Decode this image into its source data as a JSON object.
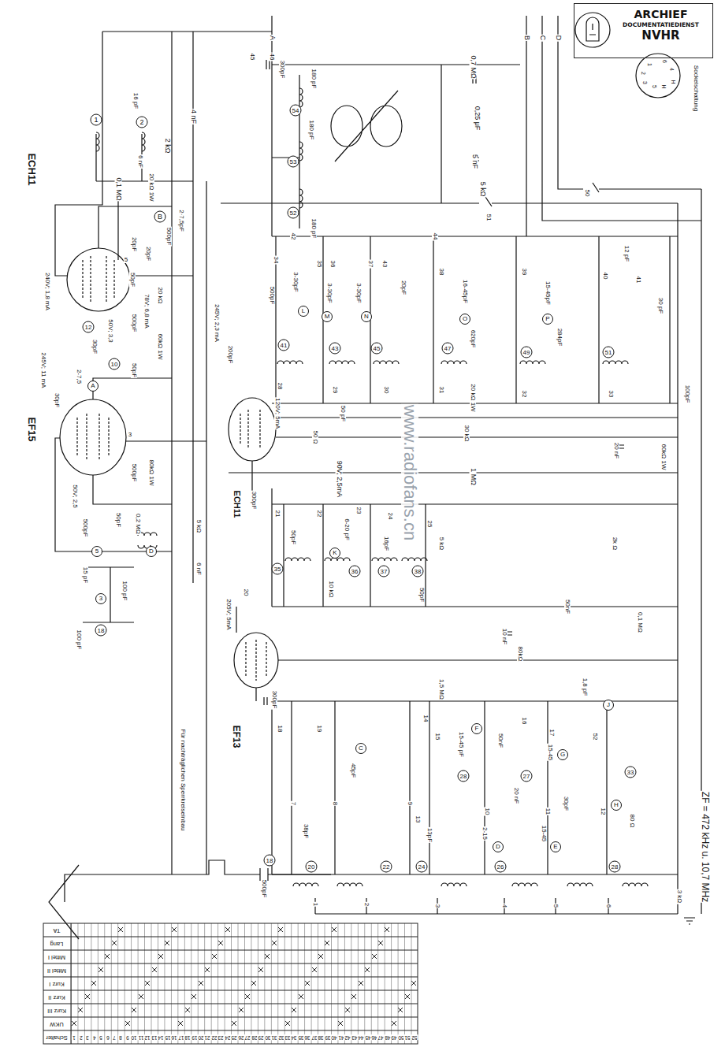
{
  "diagram": {
    "nodes": [
      {
        "text": [
          "ARCHIEF",
          "DOCUMENTATIEDIENST",
          "NVHR"
        ]
      }
    ],
    "labels": [
      "ECH11",
      "EF15",
      "ECH11",
      "EF13",
      "ZF = 472 kHz u. 10,7 MHz",
      "Für nachträglichen Sperrkreiseinbau",
      "Sockelschaltung",
      "A",
      "B",
      "C",
      "D",
      "1",
      "2",
      "3",
      "4",
      "5",
      "6",
      "H",
      "H",
      "1",
      "2",
      "16 pF",
      "0,1 MΩ",
      "2 kΩ",
      "6 nF",
      "20 kΩ 1W",
      "500pF",
      "4 nF",
      "B",
      "20pF",
      "2·7,5pF",
      "20pF",
      "5",
      "50pF",
      "78V; 6,8 mA",
      "20 kΩ",
      "500pF",
      "60kΩ 1W",
      "240V; 1,8 mA",
      "245V; 11 mA",
      "30pF",
      "12",
      "30pF",
      "50V; 3,3",
      "10",
      "50pF",
      "A",
      "2-7,5",
      "3",
      "500pF",
      "80kΩ 1W",
      "50V; 2,5",
      "500pF",
      "50pF",
      "0,2 MΩ",
      "5",
      "D",
      "5 kΩ",
      "6 nF",
      "15 pF",
      "3",
      "100 pF",
      "18",
      "100 pF",
      "45",
      "46",
      "300pF",
      "0,7 MΩ",
      "0,25 μF",
      "5 nF",
      "5 kΩ",
      "51",
      "50",
      "54",
      "53",
      "52",
      "180 pF",
      "180 pF",
      "180 pF",
      "200pF",
      "245V; 2,3 mA",
      "42",
      "44",
      "34",
      "35",
      "36",
      "37",
      "43",
      "38",
      "39",
      "40",
      "41",
      "12 pF",
      "500pF",
      "3-30pF",
      "L",
      "3-30pF",
      "M",
      "3-30pF",
      "N",
      "20pF",
      "16-45pF",
      "O",
      "620pF",
      "15-45pF",
      "P",
      "284pF",
      "30 pF",
      "41",
      "43",
      "45",
      "47",
      "49",
      "51",
      "28",
      "29",
      "30",
      "31",
      "32",
      "33",
      "100pF",
      "50 pF",
      "20 kΩ 1W",
      "120V; 5mA",
      "30 kΩ",
      "50 Ω",
      "20 nF",
      "60kΩ 1W",
      "90V; 2,5mA",
      "1 MΩ",
      "300pF",
      "21",
      "22",
      "23",
      "24",
      "25",
      "50pF",
      "6-20 pF",
      "K",
      "16pF",
      "5 kΩ",
      "10 kΩ",
      "50pF",
      "35",
      "36",
      "37",
      "38",
      "2k Ω",
      "50nF",
      "10 nF",
      "80kΩ",
      "0,1 MΩ",
      "205V; 5mA",
      "20",
      "1,5 MΩ",
      "300pF",
      "18",
      "19",
      "14",
      "15",
      "16",
      "17",
      "52",
      "1,8 pF",
      "J",
      "F",
      "15-45 pF",
      "50nF",
      "15-45",
      "G",
      "C",
      "45pF",
      "20 nF",
      "30pF",
      "H",
      "80 Ω",
      "28",
      "27",
      "33",
      "7",
      "8",
      "9",
      "13",
      "10",
      "11",
      "12",
      "38pF",
      "13pF",
      "2-15",
      "D",
      "15-45",
      "E",
      "18",
      "20",
      "22",
      "24",
      "26",
      "28",
      "500pF",
      "1",
      "2",
      "3",
      "4",
      "5",
      "6",
      "3 kΩ",
      "www.radiofans.cn",
      "TA",
      "Lang",
      "Mittel I",
      "Mittel II",
      "Kurz I",
      "Kurz II",
      "Kurz III",
      "UKW",
      "Schalter",
      "1",
      "2",
      "3",
      "4",
      "5",
      "6",
      "7",
      "8",
      "9",
      "10",
      "11",
      "12",
      "13",
      "14",
      "15",
      "16",
      "17",
      "18",
      "19",
      "20",
      "21",
      "22",
      "23",
      "24",
      "25",
      "26",
      "27",
      "28",
      "29",
      "30",
      "31",
      "32",
      "33",
      "34",
      "35",
      "36",
      "37",
      "38",
      "39",
      "40",
      "41",
      "42",
      "43",
      "44",
      "45",
      "46",
      "47",
      "48",
      "49",
      "50",
      "51",
      "52"
    ]
  }
}
